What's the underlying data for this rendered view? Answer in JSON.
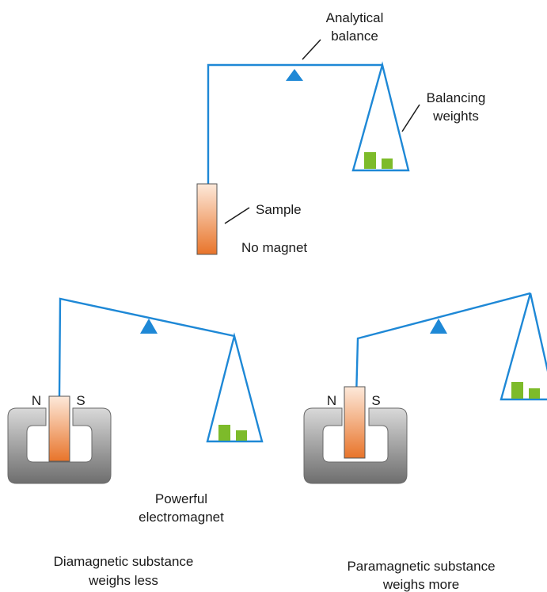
{
  "diagram": {
    "top": {
      "balance_label": [
        "Analytical",
        "balance"
      ],
      "weights_label": [
        "Balancing",
        "weights"
      ],
      "sample_label": "Sample",
      "condition_label": "No magnet"
    },
    "left": {
      "pole_n": "N",
      "pole_s": "S",
      "magnet_label": [
        "Powerful",
        "electromagnet"
      ],
      "caption": [
        "Diamagnetic substance",
        "weighs less"
      ]
    },
    "right": {
      "pole_n": "N",
      "pole_s": "S",
      "caption": [
        "Paramagnetic substance",
        "weighs more"
      ]
    },
    "colors": {
      "beam": "#1e88d6",
      "weights": "#7dbb2a",
      "sample_top": "#fde6d6",
      "sample_bottom": "#e8742a",
      "magnet": "#9a9a9a"
    }
  }
}
